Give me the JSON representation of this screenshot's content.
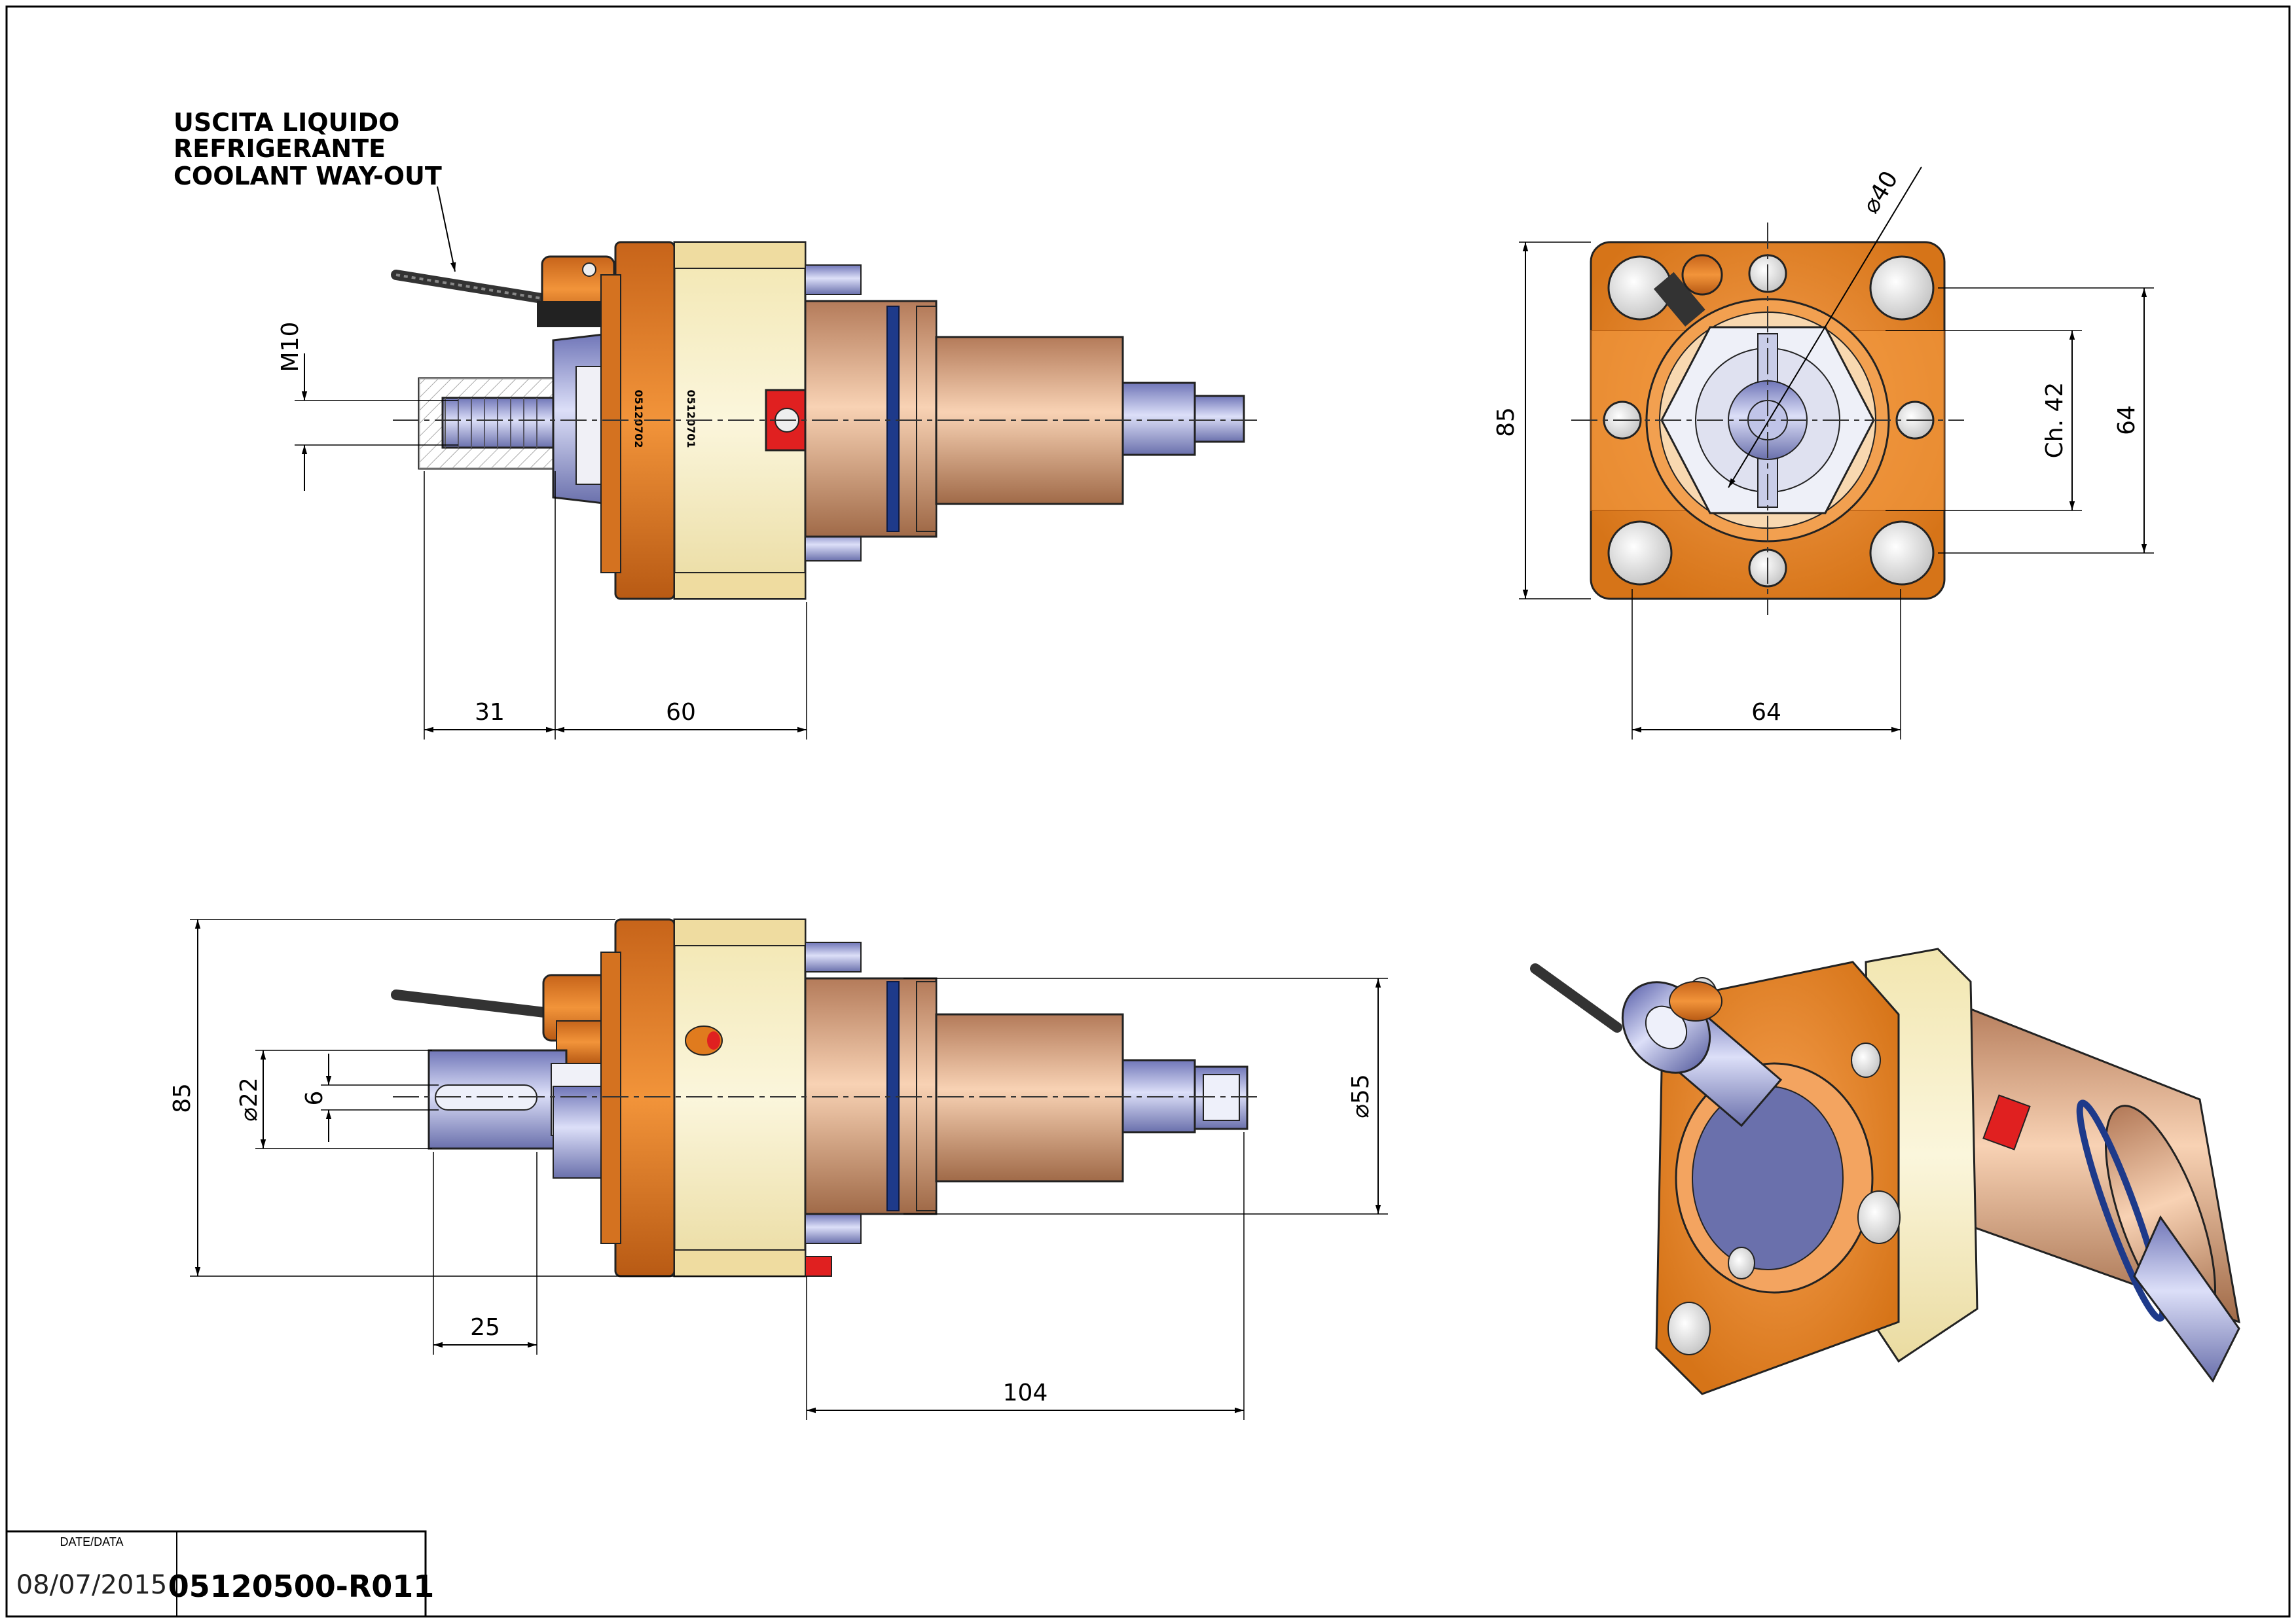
{
  "note": {
    "line1": "USCITA LIQUIDO",
    "line2": "REFRIGERANTE",
    "line3": "COOLANT WAY-OUT"
  },
  "dimensions": {
    "side_thread": "M10",
    "side_len_31": "31",
    "side_len_60": "60",
    "front_diam_40": "40",
    "front_height_85": "85",
    "front_ch42": "Ch. 42",
    "front_right_64": "64",
    "front_bottom_64": "64",
    "lower_height_85": "85",
    "lower_diam_22": "22",
    "lower_key_6": "6",
    "lower_diam_55": "55",
    "lower_len_25": "25",
    "lower_len_104": "104"
  },
  "part_stamps": {
    "stamp_a": "05120702",
    "stamp_b": "05120701"
  },
  "title_block": {
    "date_label": "DATE/DATA",
    "date_value": "08/07/2015",
    "drawing_code": "05120500-R011"
  },
  "colors": {
    "orange": "#e07b1e",
    "beige": "#f8f0c8",
    "bronze": "#e9a878",
    "steel": "#9aa0d8",
    "seal_blue": "#1e3a8a",
    "red_tag": "#e02020"
  }
}
